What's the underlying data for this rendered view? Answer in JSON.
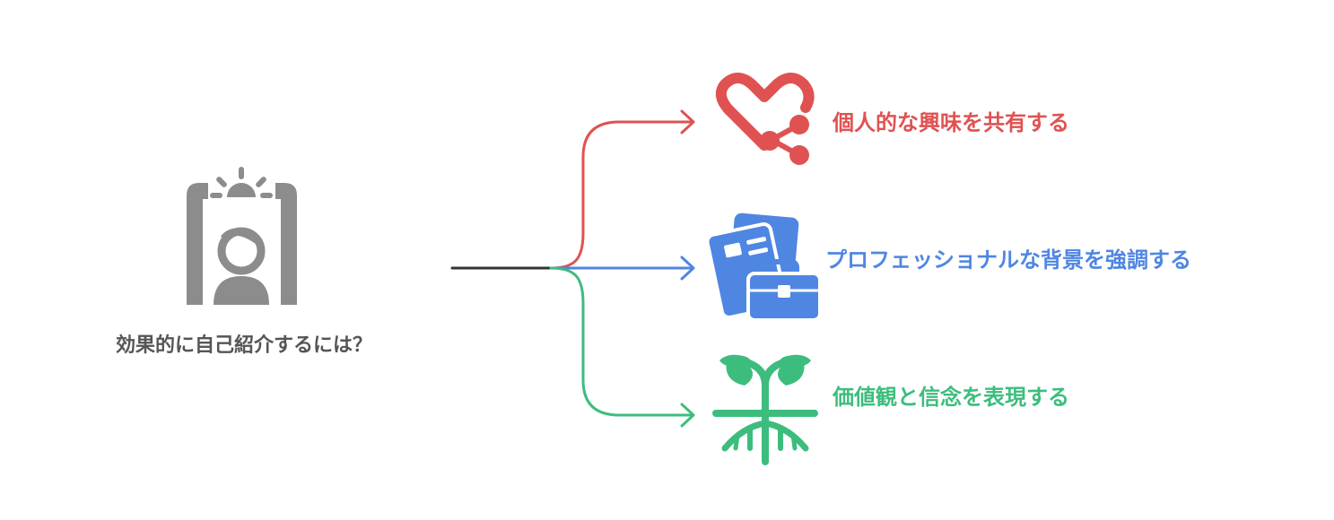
{
  "diagram": {
    "root": {
      "label": "効果的に自己紹介するには？",
      "icon": "presenter-frame-icon",
      "color": "#8c8c8c",
      "text_color": "#555555"
    },
    "connector_color": "#333333",
    "branches": [
      {
        "label": "個人的な興味を共有する",
        "icon": "heart-share-icon",
        "color": "#e05252"
      },
      {
        "label": "プロフェッショナルな背景を強調する",
        "icon": "documents-briefcase-icon",
        "color": "#4f86e2"
      },
      {
        "label": "価値観と信念を表現する",
        "icon": "sprout-roots-icon",
        "color": "#3dbd7d"
      }
    ]
  }
}
